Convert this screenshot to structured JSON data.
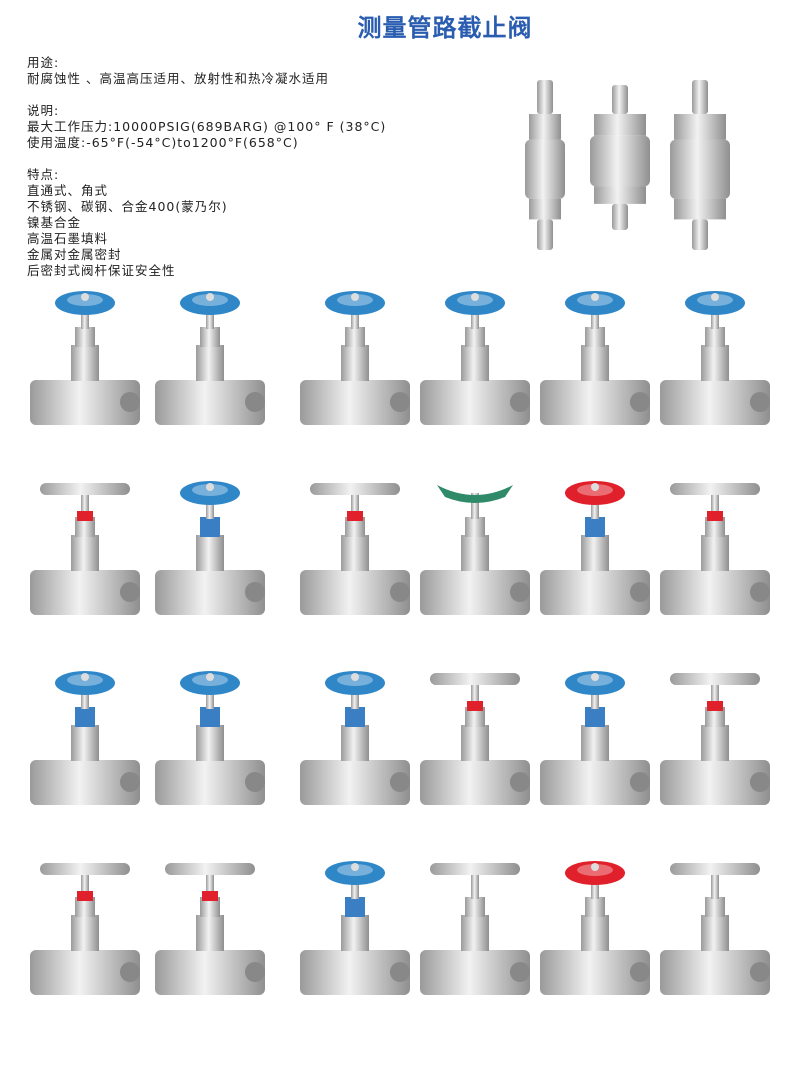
{
  "title": "测量管路截止阀",
  "specs": {
    "usage_label": "用途:",
    "usage": "耐腐蚀性 、高温高压适用、放射性和热冷凝水适用",
    "desc_label": "说明:",
    "pressure": "最大工作压力:10000PSIG(689BARG) @100° F (38°C)",
    "temperature": "使用温度:-65°F(-54°C)to1200°F(658°C)",
    "features_label": "特点:",
    "features": [
      "直通式、角式",
      "不锈钢、碳钢、合金400(蒙乃尔)",
      "镍基合金",
      "高温石墨填料",
      "金属对金属密封",
      "后密封式阀杆保证安全性"
    ]
  },
  "colors": {
    "title": "#2a5db0",
    "blue_handle": "#2f87c8",
    "red_handle": "#e0202a",
    "green_handle": "#2f8a6a",
    "steel": "#c9c9c9"
  },
  "filters": [
    "filter",
    "filter",
    "filter"
  ],
  "products": [
    [
      {
        "handle": "wheel",
        "color": "blue"
      },
      {
        "handle": "wheel",
        "color": "blue"
      },
      {
        "handle": "wheel",
        "color": "blue"
      },
      {
        "handle": "wheel",
        "color": "blue"
      },
      {
        "handle": "wheel",
        "color": "blue"
      },
      {
        "handle": "wheel",
        "color": "blue"
      }
    ],
    [
      {
        "handle": "t-bar",
        "color": "steel"
      },
      {
        "handle": "wheel",
        "color": "blue"
      },
      {
        "handle": "t-bar",
        "color": "steel"
      },
      {
        "handle": "butterfly",
        "color": "green"
      },
      {
        "handle": "wheel",
        "color": "red"
      },
      {
        "handle": "t-bar",
        "color": "steel"
      }
    ],
    [
      {
        "handle": "wheel",
        "color": "blue"
      },
      {
        "handle": "wheel",
        "color": "blue"
      },
      {
        "handle": "wheel",
        "color": "blue"
      },
      {
        "handle": "t-bar",
        "color": "steel"
      },
      {
        "handle": "wheel",
        "color": "blue"
      },
      {
        "handle": "t-bar",
        "color": "steel"
      }
    ],
    [
      {
        "handle": "t-bar",
        "color": "steel"
      },
      {
        "handle": "t-bar",
        "color": "steel"
      },
      {
        "handle": "wheel",
        "color": "blue"
      },
      {
        "handle": "t-bar",
        "color": "steel"
      },
      {
        "handle": "wheel",
        "color": "red"
      },
      {
        "handle": "t-bar",
        "color": "steel"
      }
    ]
  ]
}
